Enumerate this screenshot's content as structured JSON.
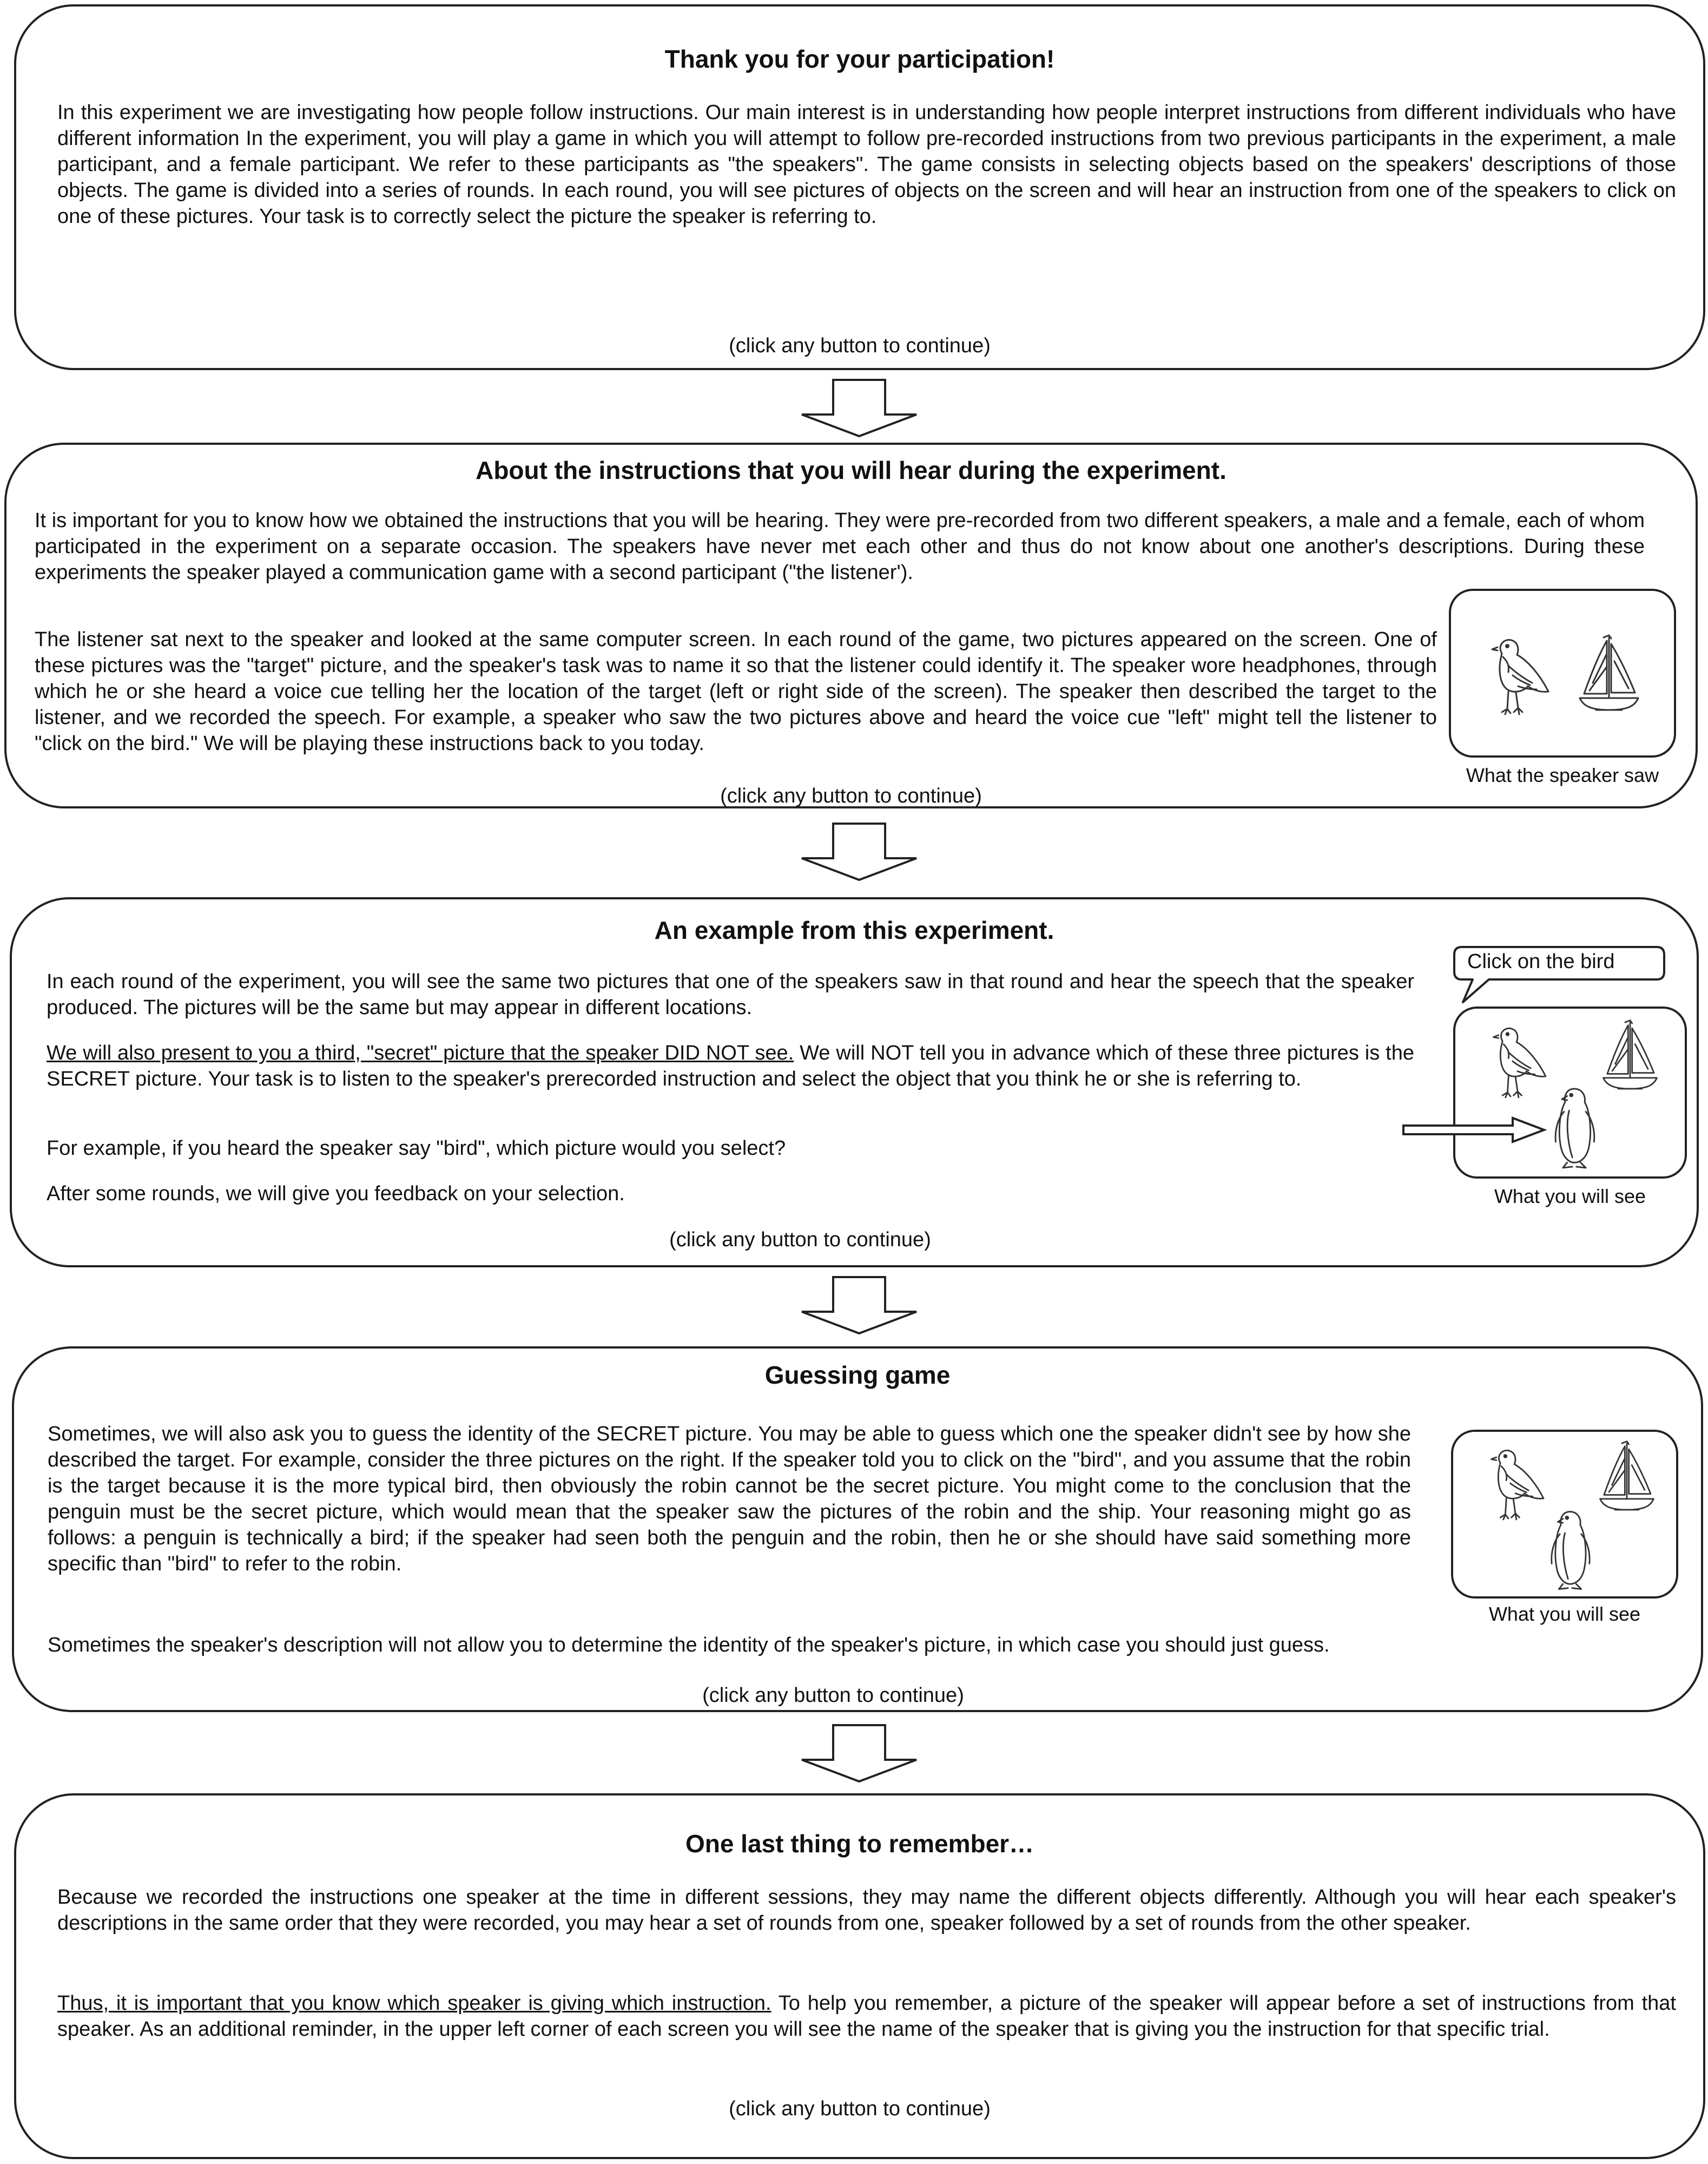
{
  "panels": {
    "p1": {
      "title": "Thank you for your participation!",
      "body": "In this experiment we are investigating how people follow instructions. Our main interest is in understanding how people interpret instructions from different individuals who have different information In the experiment, you will play a game in which you will attempt to follow pre-recorded instructions from two previous participants in the experiment, a male participant, and a female participant. We refer to these participants as \"the speakers\". The game consists in selecting objects based on the speakers' descriptions of those objects. The game is divided into a series of rounds. In each round, you will see pictures of objects on the screen and will hear an instruction from one of the speakers to click on one of these pictures. Your task is to correctly select the picture the speaker is referring to.",
      "continue": "(click any button to continue)"
    },
    "p2": {
      "title": "About the instructions that you will hear during the experiment.",
      "body1": "It is important for you to know how we obtained the instructions that you will be hearing. They were pre-recorded from two different speakers, a male and a female, each of whom participated in the experiment on a separate occasion. The speakers have never met each other and thus do not know about one another's descriptions. During these experiments the speaker played a communication game with a second participant (\"the listener').",
      "body2": "The listener sat next to the speaker and looked at the same computer screen. In each round of the game, two pictures appeared on the screen. One of these pictures was the \"target\" picture, and the speaker's task was to name it so that the listener could identify it. The speaker wore headphones, through which he or she heard a voice cue telling her the location of the target (left or right side of the screen). The speaker then described the target to the listener, and we recorded the speech. For example, a speaker who saw the two pictures above and heard the voice cue \"left\" might tell the listener to \"click on the bird.\" We will be playing these instructions back to you today.",
      "caption": "What the speaker saw",
      "continue": "(click any button to continue)"
    },
    "p3": {
      "title": "An example from this experiment.",
      "body1": "In each round of the experiment, you will see the same two pictures that one of the speakers saw in that round and hear the speech that the speaker produced. The pictures will be the same but may appear in different locations.",
      "body2_underlined": "We will also present to you a third, \"secret\" picture that the speaker DID NOT see.",
      "body2_rest": " We will NOT tell you in advance which of these three pictures is the SECRET picture. Your task is to listen to the speaker's prerecorded instruction and select the object that you think he or she is referring to.",
      "body3": "For example, if you heard the speaker say \"bird\", which picture would you select?",
      "body4": "After some rounds, we will give you feedback on your selection.",
      "bubble": "Click on the bird",
      "caption": "What you will see",
      "continue": "(click any button to continue)"
    },
    "p4": {
      "title": "Guessing game",
      "body1": "Sometimes, we will also ask you to guess the identity of the SECRET picture. You may be able to guess which one the speaker didn't see by how she described the target. For example, consider the three pictures on the right. If the speaker told you to click on the \"bird\", and you assume that the robin is the target because it is the more typical bird, then obviously the robin cannot be the secret picture. You might come to the conclusion that the penguin must be the secret picture, which would mean that the speaker saw the pictures of the robin and the ship. Your reasoning might go as follows: a penguin is technically a bird; if the speaker had seen both the penguin and the robin, then he or she should have said something more specific than \"bird\" to refer to the robin.",
      "body2": "Sometimes the speaker's description will not allow you to determine the identity of the speaker's picture, in which case you should just guess.",
      "caption": "What you will see",
      "continue": "(click any button to continue)"
    },
    "p5": {
      "title": "One last thing to remember…",
      "body1": "Because we recorded the instructions one speaker at the time in different sessions, they may name the different objects differently. Although you will hear each speaker's descriptions in the same order that they were recorded, you may hear a set of rounds from one, speaker followed by a set of rounds from the other speaker.",
      "body2_underlined": "Thus, it is important that you know which speaker is giving which instruction.",
      "body2_rest": " To help you remember, a picture of the speaker will appear before a set of instructions from that speaker. As an additional reminder, in the upper left corner of each screen you will see the name of the speaker that is giving you the instruction for that specific trial.",
      "continue": "(click any button to continue)"
    }
  },
  "icons": [
    "robin-icon",
    "sailboat-icon",
    "penguin-icon",
    "down-arrow-icon",
    "right-arrow-icon",
    "speech-bubble-icon"
  ]
}
